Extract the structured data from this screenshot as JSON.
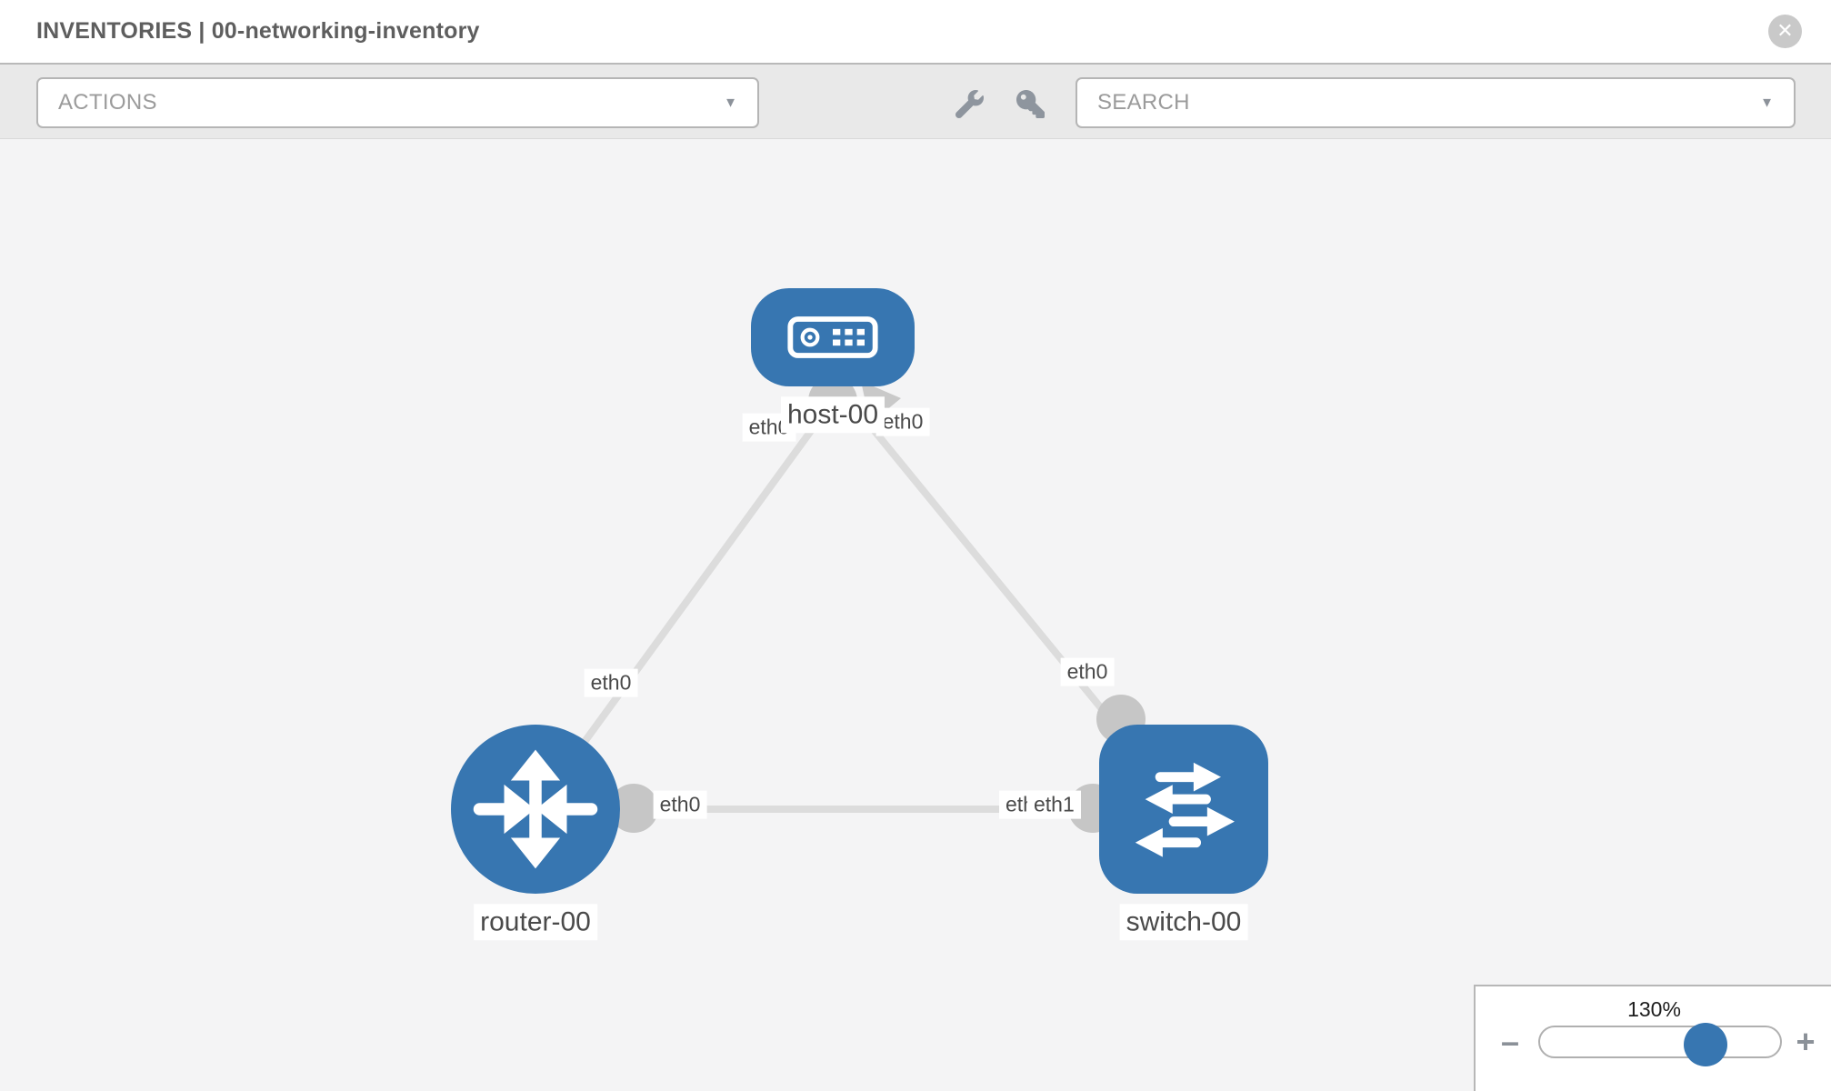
{
  "header": {
    "title": "INVENTORIES | 00-networking-inventory"
  },
  "toolbar": {
    "actions_label": "ACTIONS",
    "search_label": "SEARCH",
    "icon_buttons": [
      "wrench",
      "key"
    ]
  },
  "graph": {
    "nodes": [
      {
        "id": "host-00",
        "label": "host-00",
        "type": "host"
      },
      {
        "id": "router-00",
        "label": "router-00",
        "type": "router"
      },
      {
        "id": "switch-00",
        "label": "switch-00",
        "type": "switch"
      }
    ],
    "links": [
      {
        "from": "host-00",
        "to": "router-00",
        "from_iface": "eth0",
        "to_iface": "eth0"
      },
      {
        "from": "host-00",
        "to": "switch-00",
        "from_iface": "eth0",
        "to_iface": "eth0"
      },
      {
        "from": "router-00",
        "to": "switch-00",
        "from_iface": "eth0",
        "to_iface": "eth1",
        "to_iface_overlapped": "eth0"
      }
    ]
  },
  "zoom_control": {
    "level": "130%",
    "minus_label": "–",
    "plus_label": "+"
  },
  "icons": {
    "close": "close-circle",
    "caret": "▼",
    "close_glyph": "✕"
  },
  "colors": {
    "node_blue": "#3776b1",
    "link_gray": "#dcdcdc",
    "port_gray": "#c6c6c6",
    "toolbar_bg": "#e9e9e9",
    "canvas_bg": "#f4f4f5"
  }
}
